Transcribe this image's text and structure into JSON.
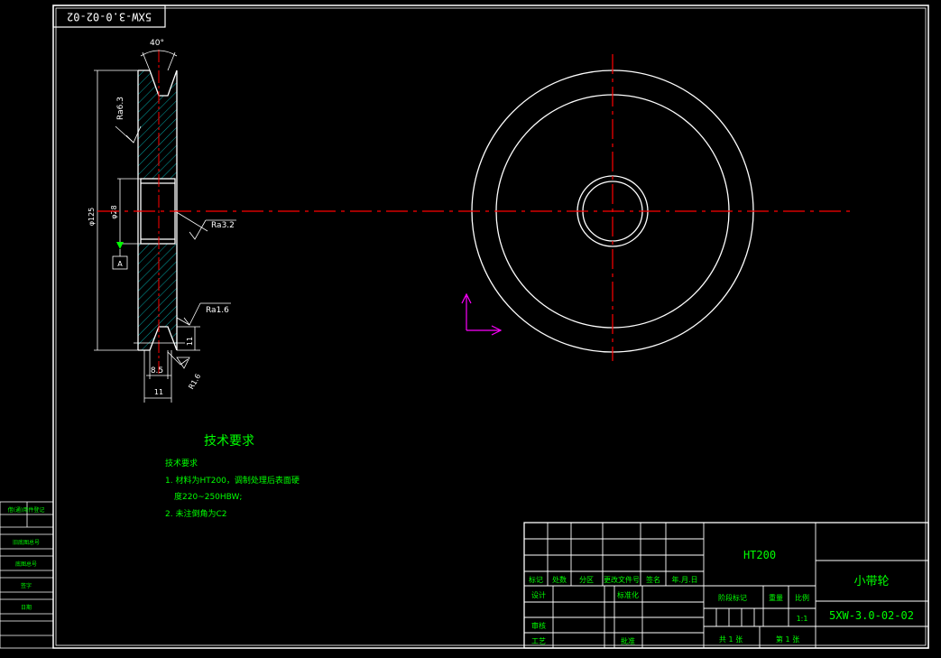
{
  "drawing_number_top": "5XW-3.0-02-02",
  "dimensions": {
    "angle": "40°",
    "roughness_top": "Ra6.3",
    "roughness_bore": "Ra3.2",
    "roughness_bottom": "Ra1.6",
    "dia_outer": "φ125",
    "dia_bore": "φ28",
    "datum": "A",
    "groove_width": "8.5",
    "groove_depth": "11",
    "width": "11",
    "fillet": "R1.6"
  },
  "tech_req": {
    "heading": "技术要求",
    "subheading": "技术要求",
    "line1": "1. 材料为HT200，调制处理后表面硬",
    "line2": "度220~250HBW;",
    "line3": "2. 未注倒角为C2"
  },
  "title_block": {
    "material": "HT200",
    "part_name": "小带轮",
    "drawing_number": "5XW-3.0-02-02",
    "header_cells": [
      "标记",
      "处数",
      "分区",
      "更改文件号",
      "签名",
      "年.月.日"
    ],
    "design": "设计",
    "standardize": "标准化",
    "review": "审核",
    "process": "工艺",
    "approve": "批准",
    "stage_mark": "阶段标记",
    "weight": "重量",
    "scale": "比例",
    "scale_value": "1:1",
    "sheet_total": "共 1 张",
    "sheet_no": "第 1 张"
  },
  "left_strip": {
    "cells": [
      "借(通)用件登记",
      "旧底图总号",
      "底图总号",
      "签字",
      "日期"
    ]
  },
  "colors": {
    "border": "#ffffff",
    "text": "#00ff00",
    "centerline": "#ff0000",
    "hatch": "#00ffff",
    "ucs": "#ff00ff",
    "datum_marker": "#00ff00"
  }
}
